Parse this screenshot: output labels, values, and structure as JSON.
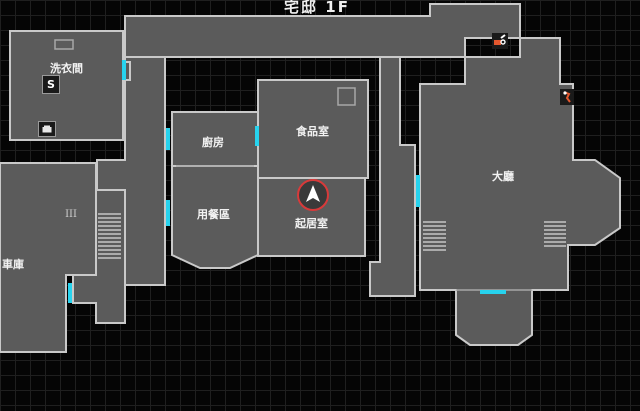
{
  "map": {
    "title": "宅邸 1F",
    "rooms": {
      "laundry": "洗衣間",
      "kitchen": "廚房",
      "pantry": "食品室",
      "dining": "用餐區",
      "living": "起居室",
      "hall": "大廳",
      "garage": "車庫"
    },
    "markers": {
      "save_letter": "S",
      "garage_sign": "III"
    },
    "colors": {
      "room_fill": "#5b5b5b",
      "outline": "#c9c9c9",
      "door": "#27d3ee",
      "player_ring": "#d83a3a",
      "background": "#050505"
    }
  }
}
